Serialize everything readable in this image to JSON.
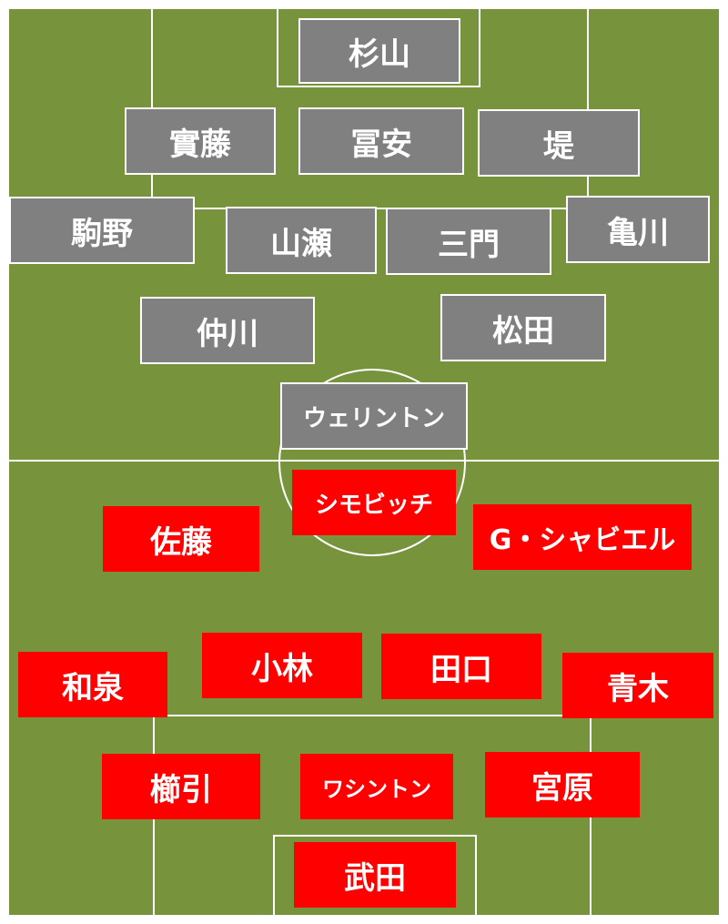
{
  "colors": {
    "pitch": "#77933c",
    "lines": "#ffffff",
    "away_team": "#808080",
    "home_team": "#ff0000"
  },
  "away_team": {
    "players": [
      "杉山",
      "實藤",
      "冨安",
      "堤",
      "駒野",
      "山瀬",
      "三門",
      "亀川",
      "仲川",
      "松田",
      "ウェリントン"
    ]
  },
  "home_team": {
    "players": [
      "シモビッチ",
      "佐藤",
      "G・シャビエル",
      "和泉",
      "小林",
      "田口",
      "青木",
      "櫛引",
      "ワシントン",
      "宮原",
      "武田"
    ]
  }
}
